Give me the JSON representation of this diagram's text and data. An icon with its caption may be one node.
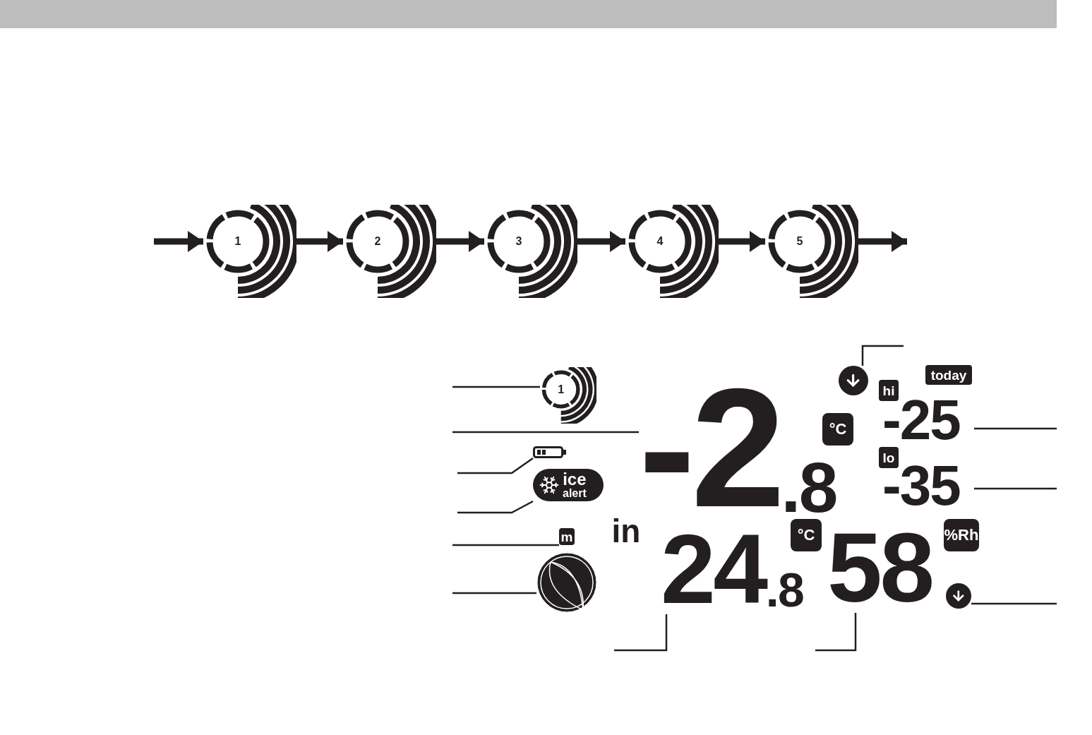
{
  "diagram": {
    "nodes": [
      {
        "text": [
          "1"
        ]
      },
      {
        "text": [
          "2"
        ]
      },
      {
        "text": [
          "3"
        ]
      },
      {
        "text": [
          "4"
        ]
      },
      {
        "text": [
          "5"
        ]
      },
      {
        "text": [
          "1"
        ]
      },
      {
        "text": [],
        "shape": "battery"
      },
      {
        "text": [
          "ice",
          "alert"
        ]
      },
      {
        "text": [
          "m"
        ]
      },
      {
        "text": [],
        "shape": "circle"
      },
      {
        "text": [
          "in"
        ]
      },
      {
        "text": [
          "-2",
          ".8"
        ]
      },
      {
        "text": [
          "°C"
        ]
      },
      {
        "text": [],
        "shape": "circle"
      },
      {
        "text": [
          "today"
        ]
      },
      {
        "text": [
          "hi"
        ]
      },
      {
        "text": [
          "-25"
        ]
      },
      {
        "text": [
          "lo"
        ]
      },
      {
        "text": [
          "-35"
        ]
      },
      {
        "text": [
          "24",
          ".8"
        ]
      },
      {
        "text": [
          "°C"
        ]
      },
      {
        "text": [
          "58"
        ]
      },
      {
        "text": [
          "%Rh"
        ]
      },
      {
        "text": [],
        "shape": "circle"
      }
    ],
    "edges": [
      {
        "from": null,
        "to": 0,
        "arrow": "to",
        "style": "thick"
      },
      {
        "from": 0,
        "to": 1,
        "arrow": "to",
        "style": "thick"
      },
      {
        "from": 1,
        "to": 2,
        "arrow": "to",
        "style": "thick"
      },
      {
        "from": 2,
        "to": 3,
        "arrow": "to",
        "style": "thick"
      },
      {
        "from": 3,
        "to": 4,
        "arrow": "to",
        "style": "thick"
      },
      {
        "from": 4,
        "to": null,
        "arrow": "to",
        "style": "thick"
      },
      {
        "from": null,
        "to": 5,
        "arrow": "none"
      },
      {
        "from": null,
        "to": 11,
        "arrow": "none"
      },
      {
        "from": null,
        "to": 6,
        "arrow": "none"
      },
      {
        "from": null,
        "to": 7,
        "arrow": "none"
      },
      {
        "from": null,
        "to": 8,
        "arrow": "none"
      },
      {
        "from": null,
        "to": 9,
        "arrow": "none"
      },
      {
        "from": null,
        "to": 19,
        "arrow": "none"
      },
      {
        "from": null,
        "to": 21,
        "arrow": "none"
      },
      {
        "from": null,
        "to": 13,
        "arrow": "none"
      },
      {
        "from": null,
        "to": 16,
        "arrow": "none"
      },
      {
        "from": null,
        "to": 18,
        "arrow": "none"
      },
      {
        "from": null,
        "to": 23,
        "arrow": "none"
      }
    ]
  }
}
